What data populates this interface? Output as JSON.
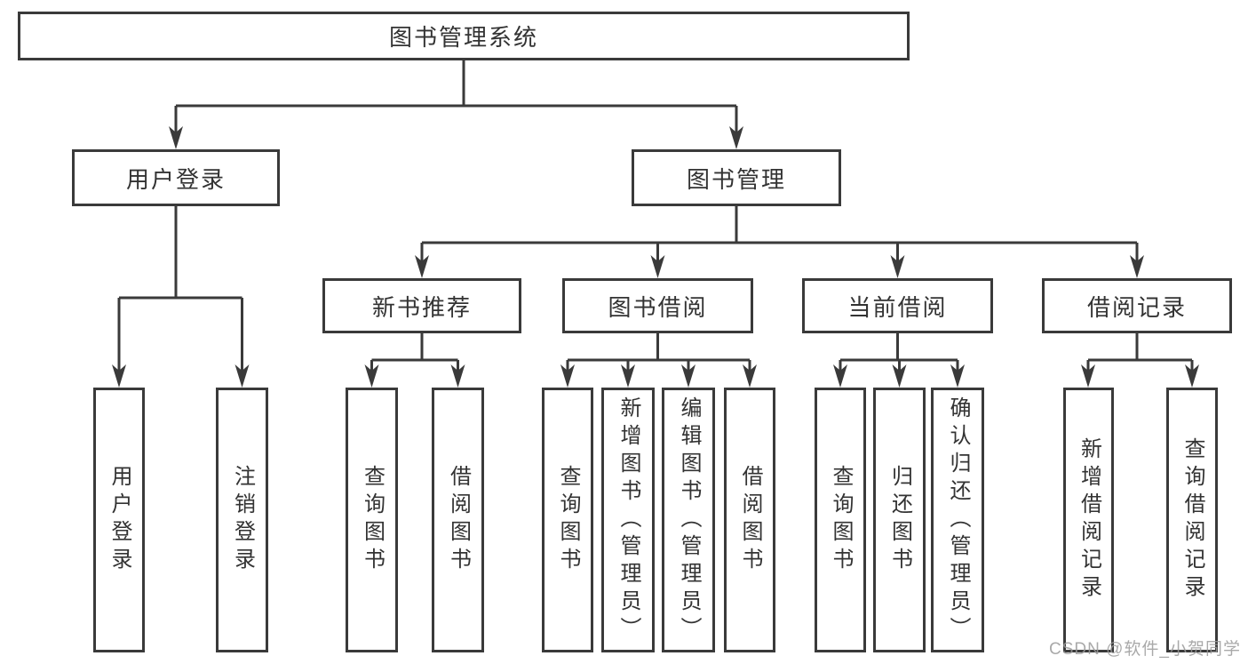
{
  "diagram": {
    "root": {
      "label": "图书管理系统"
    },
    "level2": [
      {
        "label": "用户登录"
      },
      {
        "label": "图书管理"
      }
    ],
    "level3": [
      {
        "label": "新书推荐"
      },
      {
        "label": "图书借阅"
      },
      {
        "label": "当前借阅"
      },
      {
        "label": "借阅记录"
      }
    ],
    "leaves": [
      {
        "label": "用户登录"
      },
      {
        "label": "注销登录"
      },
      {
        "label": "查询图书"
      },
      {
        "label": "借阅图书"
      },
      {
        "label": "查询图书"
      },
      {
        "label": "新增图书（管理员）"
      },
      {
        "label": "编辑图书（管理员）"
      },
      {
        "label": "借阅图书"
      },
      {
        "label": "查询图书"
      },
      {
        "label": "归还图书"
      },
      {
        "label": "确认归还（管理员）"
      },
      {
        "label": "新增借阅记录"
      },
      {
        "label": "查询借阅记录"
      }
    ]
  },
  "watermark": {
    "text": "CSDN @软件_小贺同学"
  },
  "colors": {
    "line": "#3a3a3a",
    "text": "#333333",
    "box_background": "#ffffff",
    "watermark": "#9b9b9b"
  }
}
